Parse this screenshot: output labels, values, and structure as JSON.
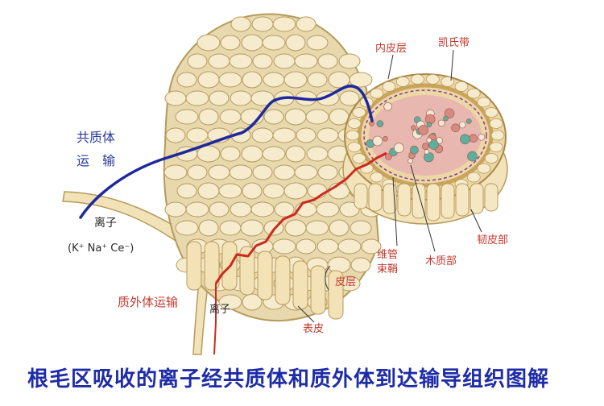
{
  "labels": {
    "symplast_line1": "共质体",
    "symplast_line2": "运　输",
    "ion_blue": "离子",
    "ion_formula": "(K⁺ Na⁺ Ce⁻)",
    "endodermis": "内皮层",
    "casparian_strip": "凯氏带",
    "pericycle": "韧皮部",
    "vascular_bundle_line1": "维管",
    "vascular_bundle_line2": "束鞘",
    "xylem": "木质部",
    "cortex": "皮层",
    "epidermis": "表皮",
    "apoplast": "质外体运输",
    "ion_red": "离子"
  },
  "caption": "根毛区吸收的离子经共质体和质外体到达输导组织图解",
  "colors": {
    "cell_fill": "#f6ebcd",
    "cell_stroke": "#b79a5c",
    "tissue_bg": "#e7d8ae",
    "symplast_path": "#1e2a9c",
    "apoplast_path": "#cc2a1e",
    "caption": "#1e2ca8",
    "stele_teal": "#5fae9e",
    "stele_pink": "#e8b8b0"
  }
}
